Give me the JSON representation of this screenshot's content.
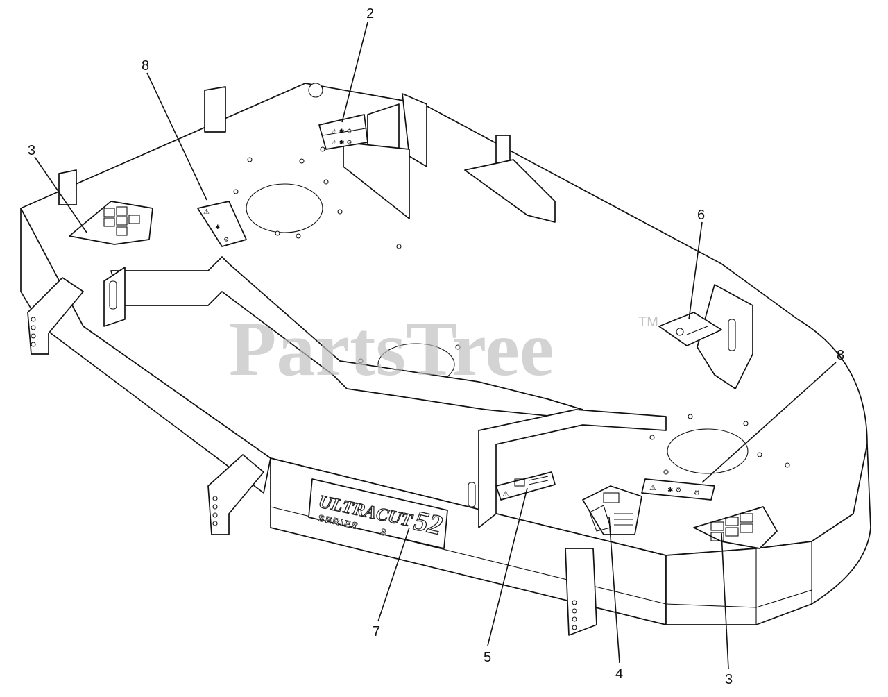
{
  "watermark": {
    "text": "PartsTree",
    "trademark": "TM"
  },
  "decal_brand": {
    "name": "ULTRACUT",
    "series": "SERIES",
    "series_number": "3",
    "size": "52"
  },
  "callouts": [
    {
      "id": "2",
      "label": "2"
    },
    {
      "id": "8a",
      "label": "8"
    },
    {
      "id": "3a",
      "label": "3"
    },
    {
      "id": "6",
      "label": "6"
    },
    {
      "id": "8b",
      "label": "8"
    },
    {
      "id": "7",
      "label": "7"
    },
    {
      "id": "5",
      "label": "5"
    },
    {
      "id": "4",
      "label": "4"
    },
    {
      "id": "3b",
      "label": "3"
    }
  ],
  "colors": {
    "line": "#111111",
    "watermark": "#bdbdbd",
    "background": "#ffffff"
  }
}
